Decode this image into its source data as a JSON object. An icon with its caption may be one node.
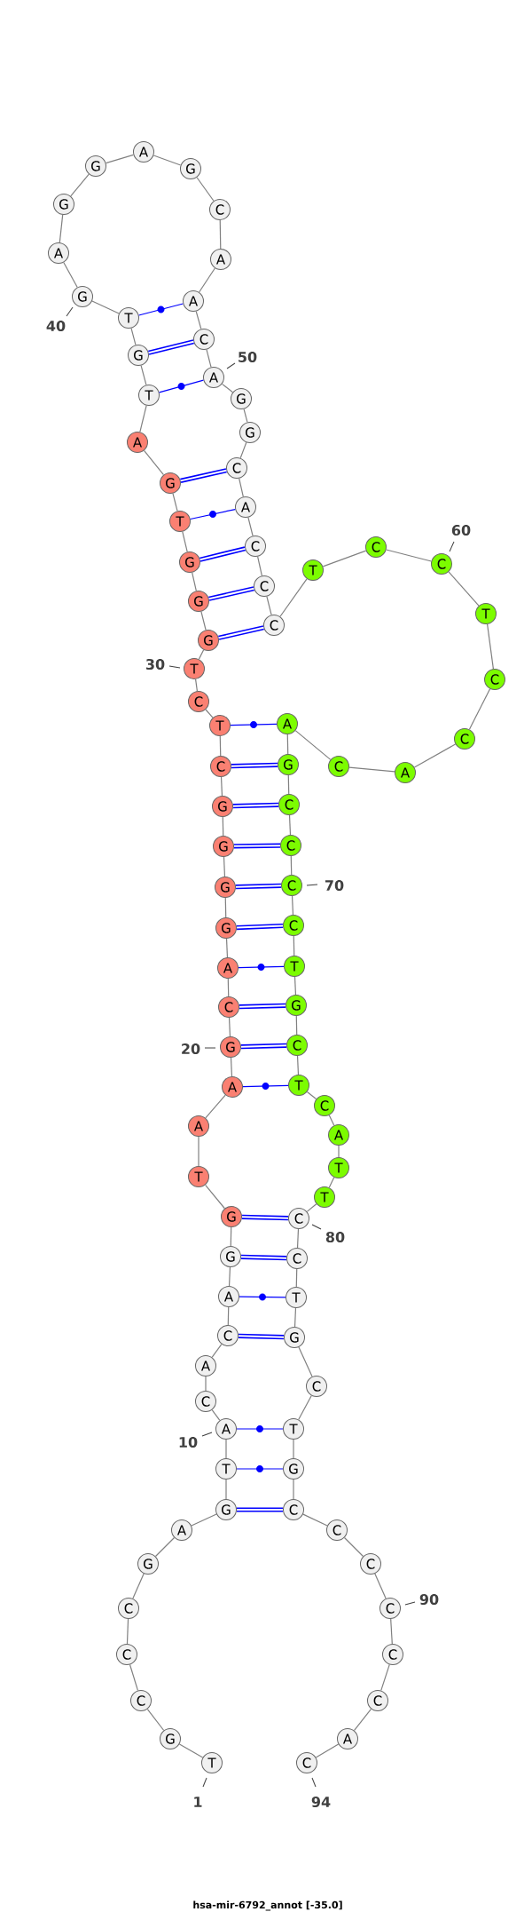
{
  "diagram": {
    "caption": "hsa-mir-6792_annot [-35.0]",
    "nodes": [
      {
        "text": [
          "T"
        ],
        "beside": [
          "1"
        ]
      },
      {
        "text": [
          "G"
        ]
      },
      {
        "text": [
          "C"
        ]
      },
      {
        "text": [
          "C"
        ]
      },
      {
        "text": [
          "C"
        ]
      },
      {
        "text": [
          "G"
        ]
      },
      {
        "text": [
          "A"
        ]
      },
      {
        "text": [
          "G"
        ]
      },
      {
        "text": [
          "T"
        ]
      },
      {
        "text": [
          "A"
        ],
        "beside": [
          "10"
        ]
      },
      {
        "text": [
          "C"
        ]
      },
      {
        "text": [
          "A"
        ]
      },
      {
        "text": [
          "C"
        ]
      },
      {
        "text": [
          "A"
        ]
      },
      {
        "text": [
          "G"
        ]
      },
      {
        "text": [
          "G"
        ]
      },
      {
        "text": [
          "T"
        ]
      },
      {
        "text": [
          "A"
        ]
      },
      {
        "text": [
          "A"
        ]
      },
      {
        "text": [
          "G"
        ],
        "beside": [
          "20"
        ]
      },
      {
        "text": [
          "C"
        ]
      },
      {
        "text": [
          "A"
        ]
      },
      {
        "text": [
          "G"
        ]
      },
      {
        "text": [
          "G"
        ]
      },
      {
        "text": [
          "G"
        ]
      },
      {
        "text": [
          "G"
        ]
      },
      {
        "text": [
          "C"
        ]
      },
      {
        "text": [
          "T"
        ]
      },
      {
        "text": [
          "C"
        ]
      },
      {
        "text": [
          "T"
        ],
        "beside": [
          "30"
        ]
      },
      {
        "text": [
          "G"
        ]
      },
      {
        "text": [
          "G"
        ]
      },
      {
        "text": [
          "G"
        ]
      },
      {
        "text": [
          "T"
        ]
      },
      {
        "text": [
          "G"
        ]
      },
      {
        "text": [
          "A"
        ]
      },
      {
        "text": [
          "T"
        ]
      },
      {
        "text": [
          "G"
        ]
      },
      {
        "text": [
          "T"
        ]
      },
      {
        "text": [
          "G"
        ],
        "beside": [
          "40"
        ]
      },
      {
        "text": [
          "A"
        ]
      },
      {
        "text": [
          "G"
        ]
      },
      {
        "text": [
          "G"
        ]
      },
      {
        "text": [
          "A"
        ]
      },
      {
        "text": [
          "G"
        ]
      },
      {
        "text": [
          "C"
        ]
      },
      {
        "text": [
          "A"
        ]
      },
      {
        "text": [
          "A"
        ]
      },
      {
        "text": [
          "C"
        ]
      },
      {
        "text": [
          "A"
        ],
        "beside": [
          "50"
        ]
      },
      {
        "text": [
          "G"
        ]
      },
      {
        "text": [
          "G"
        ]
      },
      {
        "text": [
          "C"
        ]
      },
      {
        "text": [
          "A"
        ]
      },
      {
        "text": [
          "C"
        ]
      },
      {
        "text": [
          "C"
        ]
      },
      {
        "text": [
          "C"
        ]
      },
      {
        "text": [
          "T"
        ]
      },
      {
        "text": [
          "C"
        ]
      },
      {
        "text": [
          "C"
        ],
        "beside": [
          "60"
        ]
      },
      {
        "text": [
          "T"
        ]
      },
      {
        "text": [
          "C"
        ]
      },
      {
        "text": [
          "C"
        ]
      },
      {
        "text": [
          "A"
        ]
      },
      {
        "text": [
          "C"
        ]
      },
      {
        "text": [
          "A"
        ]
      },
      {
        "text": [
          "G"
        ]
      },
      {
        "text": [
          "C"
        ]
      },
      {
        "text": [
          "C"
        ]
      },
      {
        "text": [
          "C"
        ],
        "beside": [
          "70"
        ]
      },
      {
        "text": [
          "C"
        ]
      },
      {
        "text": [
          "T"
        ]
      },
      {
        "text": [
          "G"
        ]
      },
      {
        "text": [
          "C"
        ]
      },
      {
        "text": [
          "T"
        ]
      },
      {
        "text": [
          "C"
        ]
      },
      {
        "text": [
          "A"
        ]
      },
      {
        "text": [
          "T"
        ]
      },
      {
        "text": [
          "T"
        ]
      },
      {
        "text": [
          "C"
        ],
        "beside": [
          "80"
        ]
      },
      {
        "text": [
          "C"
        ]
      },
      {
        "text": [
          "T"
        ]
      },
      {
        "text": [
          "G"
        ]
      },
      {
        "text": [
          "C"
        ]
      },
      {
        "text": [
          "T"
        ]
      },
      {
        "text": [
          "G"
        ]
      },
      {
        "text": [
          "C"
        ]
      },
      {
        "text": [
          "C"
        ]
      },
      {
        "text": [
          "C"
        ]
      },
      {
        "text": [
          "C"
        ],
        "beside": [
          "90"
        ]
      },
      {
        "text": [
          "C"
        ]
      },
      {
        "text": [
          "C"
        ]
      },
      {
        "text": [
          "A"
        ]
      },
      {
        "text": [
          "C"
        ],
        "beside": [
          "94"
        ]
      }
    ],
    "edges": [
      {
        "from": 0,
        "to": 1,
        "arrow": "none"
      },
      {
        "from": 1,
        "to": 2,
        "arrow": "none"
      },
      {
        "from": 2,
        "to": 3,
        "arrow": "none"
      },
      {
        "from": 3,
        "to": 4,
        "arrow": "none"
      },
      {
        "from": 4,
        "to": 5,
        "arrow": "none"
      },
      {
        "from": 5,
        "to": 6,
        "arrow": "none"
      },
      {
        "from": 6,
        "to": 7,
        "arrow": "none"
      },
      {
        "from": 7,
        "to": 8,
        "arrow": "none"
      },
      {
        "from": 8,
        "to": 9,
        "arrow": "none"
      },
      {
        "from": 9,
        "to": 10,
        "arrow": "none"
      },
      {
        "from": 10,
        "to": 11,
        "arrow": "none"
      },
      {
        "from": 11,
        "to": 12,
        "arrow": "none"
      },
      {
        "from": 12,
        "to": 13,
        "arrow": "none"
      },
      {
        "from": 13,
        "to": 14,
        "arrow": "none"
      },
      {
        "from": 14,
        "to": 15,
        "arrow": "none"
      },
      {
        "from": 15,
        "to": 16,
        "arrow": "none"
      },
      {
        "from": 16,
        "to": 17,
        "arrow": "none"
      },
      {
        "from": 17,
        "to": 18,
        "arrow": "none"
      },
      {
        "from": 18,
        "to": 19,
        "arrow": "none"
      },
      {
        "from": 19,
        "to": 20,
        "arrow": "none"
      },
      {
        "from": 20,
        "to": 21,
        "arrow": "none"
      },
      {
        "from": 21,
        "to": 22,
        "arrow": "none"
      },
      {
        "from": 22,
        "to": 23,
        "arrow": "none"
      },
      {
        "from": 23,
        "to": 24,
        "arrow": "none"
      },
      {
        "from": 24,
        "to": 25,
        "arrow": "none"
      },
      {
        "from": 25,
        "to": 26,
        "arrow": "none"
      },
      {
        "from": 26,
        "to": 27,
        "arrow": "none"
      },
      {
        "from": 27,
        "to": 28,
        "arrow": "none"
      },
      {
        "from": 28,
        "to": 29,
        "arrow": "none"
      },
      {
        "from": 29,
        "to": 30,
        "arrow": "none"
      },
      {
        "from": 30,
        "to": 31,
        "arrow": "none"
      },
      {
        "from": 31,
        "to": 32,
        "arrow": "none"
      },
      {
        "from": 32,
        "to": 33,
        "arrow": "none"
      },
      {
        "from": 33,
        "to": 34,
        "arrow": "none"
      },
      {
        "from": 34,
        "to": 35,
        "arrow": "none"
      },
      {
        "from": 35,
        "to": 36,
        "arrow": "none"
      },
      {
        "from": 36,
        "to": 37,
        "arrow": "none"
      },
      {
        "from": 37,
        "to": 38,
        "arrow": "none"
      },
      {
        "from": 38,
        "to": 39,
        "arrow": "none"
      },
      {
        "from": 39,
        "to": 40,
        "arrow": "none"
      },
      {
        "from": 40,
        "to": 41,
        "arrow": "none"
      },
      {
        "from": 41,
        "to": 42,
        "arrow": "none"
      },
      {
        "from": 42,
        "to": 43,
        "arrow": "none"
      },
      {
        "from": 43,
        "to": 44,
        "arrow": "none"
      },
      {
        "from": 44,
        "to": 45,
        "arrow": "none"
      },
      {
        "from": 45,
        "to": 46,
        "arrow": "none"
      },
      {
        "from": 46,
        "to": 47,
        "arrow": "none"
      },
      {
        "from": 47,
        "to": 48,
        "arrow": "none"
      },
      {
        "from": 48,
        "to": 49,
        "arrow": "none"
      },
      {
        "from": 49,
        "to": 50,
        "arrow": "none"
      },
      {
        "from": 50,
        "to": 51,
        "arrow": "none"
      },
      {
        "from": 51,
        "to": 52,
        "arrow": "none"
      },
      {
        "from": 52,
        "to": 53,
        "arrow": "none"
      },
      {
        "from": 53,
        "to": 54,
        "arrow": "none"
      },
      {
        "from": 54,
        "to": 55,
        "arrow": "none"
      },
      {
        "from": 55,
        "to": 56,
        "arrow": "none"
      },
      {
        "from": 56,
        "to": 57,
        "arrow": "none"
      },
      {
        "from": 57,
        "to": 58,
        "arrow": "none"
      },
      {
        "from": 58,
        "to": 59,
        "arrow": "none"
      },
      {
        "from": 59,
        "to": 60,
        "arrow": "none"
      },
      {
        "from": 60,
        "to": 61,
        "arrow": "none"
      },
      {
        "from": 61,
        "to": 62,
        "arrow": "none"
      },
      {
        "from": 62,
        "to": 63,
        "arrow": "none"
      },
      {
        "from": 63,
        "to": 64,
        "arrow": "none"
      },
      {
        "from": 64,
        "to": 65,
        "arrow": "none"
      },
      {
        "from": 65,
        "to": 66,
        "arrow": "none"
      },
      {
        "from": 66,
        "to": 67,
        "arrow": "none"
      },
      {
        "from": 67,
        "to": 68,
        "arrow": "none"
      },
      {
        "from": 68,
        "to": 69,
        "arrow": "none"
      },
      {
        "from": 69,
        "to": 70,
        "arrow": "none"
      },
      {
        "from": 70,
        "to": 71,
        "arrow": "none"
      },
      {
        "from": 71,
        "to": 72,
        "arrow": "none"
      },
      {
        "from": 72,
        "to": 73,
        "arrow": "none"
      },
      {
        "from": 73,
        "to": 74,
        "arrow": "none"
      },
      {
        "from": 74,
        "to": 75,
        "arrow": "none"
      },
      {
        "from": 75,
        "to": 76,
        "arrow": "none"
      },
      {
        "from": 76,
        "to": 77,
        "arrow": "none"
      },
      {
        "from": 77,
        "to": 78,
        "arrow": "none"
      },
      {
        "from": 78,
        "to": 79,
        "arrow": "none"
      },
      {
        "from": 79,
        "to": 80,
        "arrow": "none"
      },
      {
        "from": 80,
        "to": 81,
        "arrow": "none"
      },
      {
        "from": 81,
        "to": 82,
        "arrow": "none"
      },
      {
        "from": 82,
        "to": 83,
        "arrow": "none"
      },
      {
        "from": 83,
        "to": 84,
        "arrow": "none"
      },
      {
        "from": 84,
        "to": 85,
        "arrow": "none"
      },
      {
        "from": 85,
        "to": 86,
        "arrow": "none"
      },
      {
        "from": 86,
        "to": 87,
        "arrow": "none"
      },
      {
        "from": 87,
        "to": 88,
        "arrow": "none"
      },
      {
        "from": 88,
        "to": 89,
        "arrow": "none"
      },
      {
        "from": 89,
        "to": 90,
        "arrow": "none"
      },
      {
        "from": 90,
        "to": 91,
        "arrow": "none"
      },
      {
        "from": 91,
        "to": 92,
        "arrow": "none"
      },
      {
        "from": 92,
        "to": 93,
        "arrow": "none"
      },
      {
        "from": 7,
        "to": 86,
        "arrow": "none",
        "style": "thick",
        "color": "#0000ff"
      },
      {
        "from": 8,
        "to": 85,
        "arrow": "none",
        "color": "#0000ff"
      },
      {
        "from": 9,
        "to": 84,
        "arrow": "none",
        "color": "#0000ff"
      },
      {
        "from": 12,
        "to": 82,
        "arrow": "none",
        "style": "thick",
        "color": "#0000ff"
      },
      {
        "from": 13,
        "to": 81,
        "arrow": "none",
        "color": "#0000ff"
      },
      {
        "from": 14,
        "to": 80,
        "arrow": "none",
        "style": "thick",
        "color": "#0000ff"
      },
      {
        "from": 15,
        "to": 79,
        "arrow": "none",
        "style": "thick",
        "color": "#0000ff"
      },
      {
        "from": 18,
        "to": 74,
        "arrow": "none",
        "color": "#0000ff"
      },
      {
        "from": 19,
        "to": 73,
        "arrow": "none",
        "style": "thick",
        "color": "#0000ff"
      },
      {
        "from": 20,
        "to": 72,
        "arrow": "none",
        "style": "thick",
        "color": "#0000ff"
      },
      {
        "from": 21,
        "to": 71,
        "arrow": "none",
        "color": "#0000ff"
      },
      {
        "from": 22,
        "to": 70,
        "arrow": "none",
        "style": "thick",
        "color": "#0000ff"
      },
      {
        "from": 23,
        "to": 69,
        "arrow": "none",
        "style": "thick",
        "color": "#0000ff"
      },
      {
        "from": 24,
        "to": 68,
        "arrow": "none",
        "style": "thick",
        "color": "#0000ff"
      },
      {
        "from": 25,
        "to": 67,
        "arrow": "none",
        "style": "thick",
        "color": "#0000ff"
      },
      {
        "from": 26,
        "to": 66,
        "arrow": "none",
        "style": "thick",
        "color": "#0000ff"
      },
      {
        "from": 27,
        "to": 65,
        "arrow": "none",
        "color": "#0000ff"
      },
      {
        "from": 30,
        "to": 56,
        "arrow": "none",
        "style": "thick",
        "color": "#0000ff"
      },
      {
        "from": 31,
        "to": 55,
        "arrow": "none",
        "style": "thick",
        "color": "#0000ff"
      },
      {
        "from": 32,
        "to": 54,
        "arrow": "none",
        "style": "thick",
        "color": "#0000ff"
      },
      {
        "from": 33,
        "to": 53,
        "arrow": "none",
        "color": "#0000ff"
      },
      {
        "from": 34,
        "to": 52,
        "arrow": "none",
        "style": "thick",
        "color": "#0000ff"
      },
      {
        "from": 36,
        "to": 49,
        "arrow": "none",
        "color": "#0000ff"
      },
      {
        "from": 37,
        "to": 48,
        "arrow": "none",
        "style": "thick",
        "color": "#0000ff"
      },
      {
        "from": 38,
        "to": 47,
        "arrow": "none",
        "color": "#0000ff"
      }
    ]
  }
}
